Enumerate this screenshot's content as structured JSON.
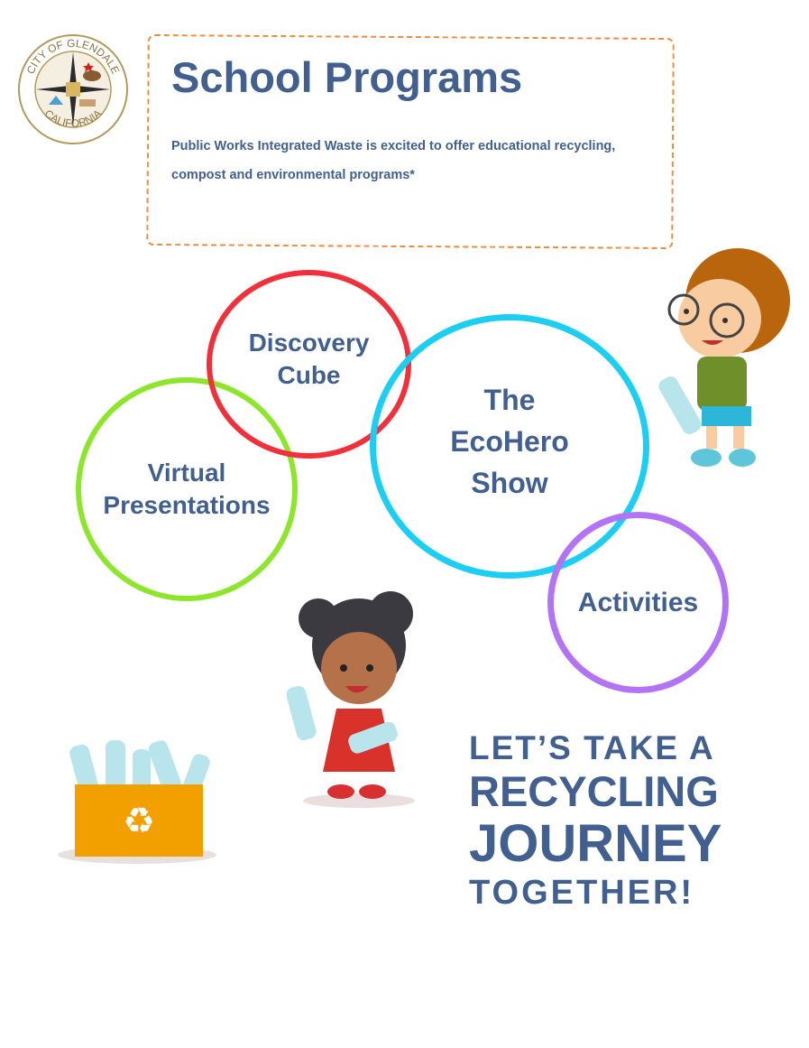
{
  "logo": {
    "top_text": "CITY OF GLENDALE",
    "bottom_text": "CALIFORNIA"
  },
  "header": {
    "title": "School Programs",
    "description": "Public Works Integrated Waste is excited to offer educational recycling, compost and environmental programs*"
  },
  "programs": {
    "virtual": [
      "Virtual",
      "Presentations"
    ],
    "discovery": [
      "Discovery",
      "Cube"
    ],
    "ecohero": [
      "The",
      "EcoHero",
      "Show"
    ],
    "activities": [
      "Activities"
    ]
  },
  "slogan": [
    "LET’S TAKE A",
    "RECYCLING",
    "JOURNEY",
    "TOGETHER!"
  ],
  "colors": {
    "text": "#42608f",
    "dash": "#f08a3c",
    "green": "#8ee62c",
    "red": "#f0303a",
    "cyan": "#1ccff2",
    "purple": "#b274f4",
    "bin": "#f2a000"
  }
}
